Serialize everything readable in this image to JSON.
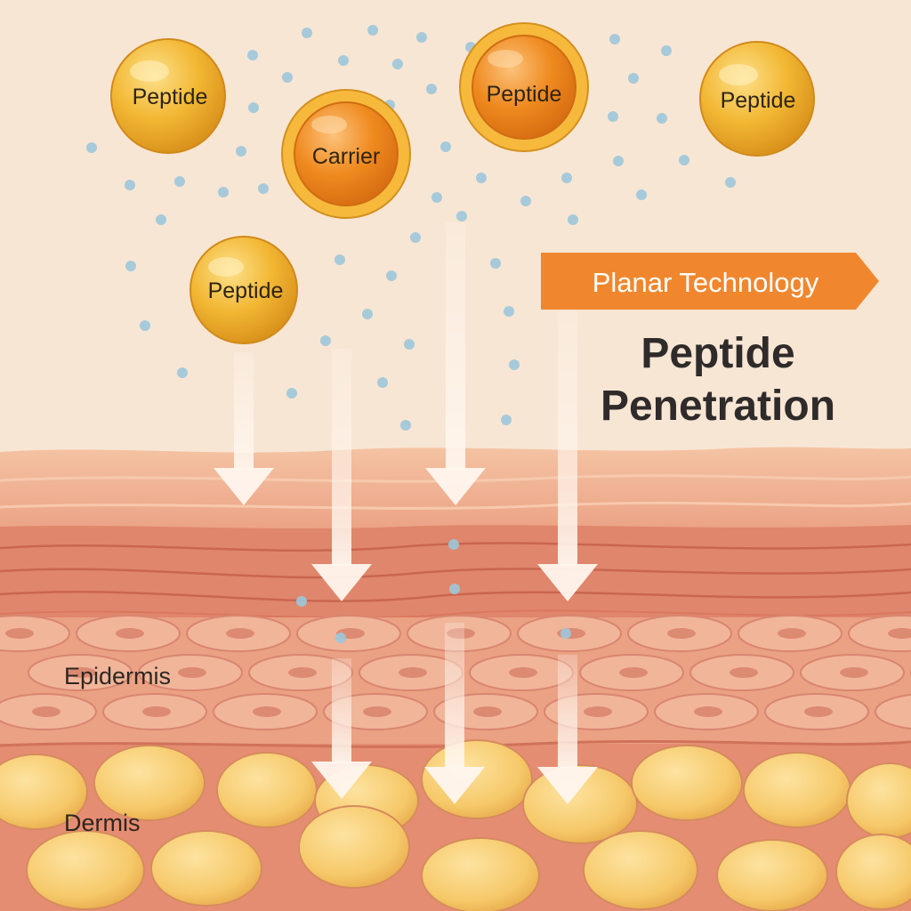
{
  "badge": {
    "label": "Planar Technology",
    "color": "#f0872f"
  },
  "heading": {
    "line1": "Peptide",
    "line2": "Penetration"
  },
  "molecules": [
    {
      "label": "Peptide",
      "kind": "peptide"
    },
    {
      "label": "Carrier",
      "kind": "carrier"
    },
    {
      "label": "Peptide",
      "kind": "peptide-ringed"
    },
    {
      "label": "Peptide",
      "kind": "peptide"
    },
    {
      "label": "Peptide",
      "kind": "peptide"
    }
  ],
  "layers": {
    "epidermis": "Epidermis",
    "dermis": "Dermis"
  },
  "colors": {
    "background": "#f8e6d4",
    "peptide": "#f2b733",
    "carrier": "#ef8a1f",
    "droplet": "#9cc6da",
    "arrow": "#fff6ee",
    "skin": "#eba184",
    "dermis": "#e58d72",
    "fat": "#f6c96a"
  }
}
